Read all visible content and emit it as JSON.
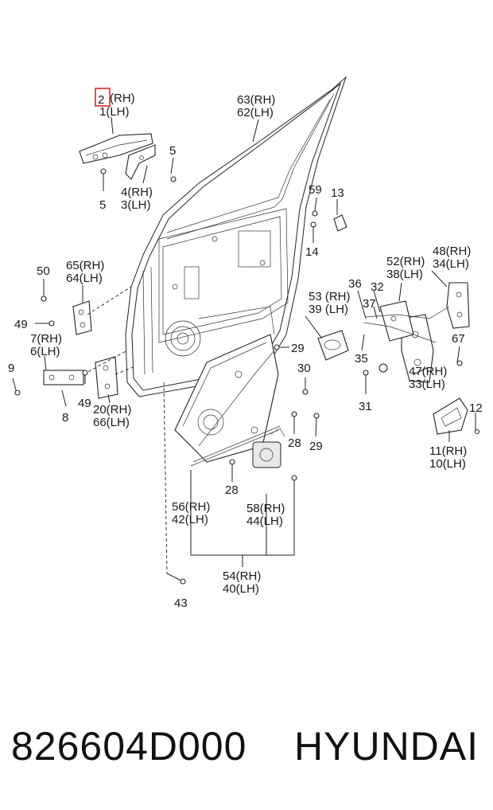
{
  "callouts": {
    "c2": "2",
    "c2_rh": "(RH)",
    "c1lh": "1(LH)",
    "c63": "63(RH)",
    "c62": "62(LH)",
    "c5a": "5",
    "c5b": "5",
    "c4": "4(RH)",
    "c3": "3(LH)",
    "c59": "59",
    "c13": "13",
    "c14": "14",
    "c50": "50",
    "c65": "65(RH)",
    "c64": "64(LH)",
    "c48": "48(RH)",
    "c34": "34(LH)",
    "c52": "52(RH)",
    "c38": "38(LH)",
    "c36": "36",
    "c32": "32",
    "c53": "53 (RH)",
    "c39": "39 (LH)",
    "c37": "37",
    "c49a": "49",
    "c7": "7(RH)",
    "c6": "6(LH)",
    "c29a": "29",
    "c35": "35",
    "c67": "67",
    "c9": "9",
    "c30": "30",
    "c47": "47(RH)",
    "c33": "33(LH)",
    "c49b": "49",
    "c31": "31",
    "c8": "8",
    "c20": "20(RH)",
    "c66": "66(LH)",
    "c12": "12",
    "c28a": "28",
    "c29b": "29",
    "c11": "11(RH)",
    "c10": "10(LH)",
    "c28b": "28",
    "c56": "56(RH)",
    "c42": "42(LH)",
    "c58": "58(RH)",
    "c44": "44(LH)",
    "c54": "54(RH)",
    "c40": "40(LH)",
    "c43": "43"
  },
  "highlight_color": "#e0262a",
  "footer": {
    "part_number": "826604D000",
    "brand": "HYUNDAI"
  }
}
